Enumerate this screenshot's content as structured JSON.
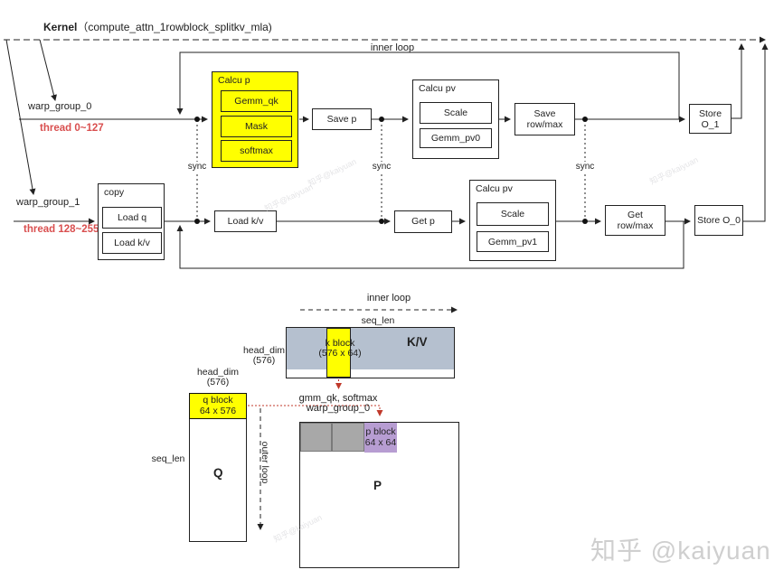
{
  "title": {
    "name": "Kernel",
    "param": "（compute_attn_1rowblock_splitkv_mla)"
  },
  "top": {
    "inner_loop": "inner loop",
    "wg0_label": "warp_group_0",
    "wg0_thread": "thread 0~127",
    "wg1_label": "warp_group_1",
    "wg1_thread": "thread 128~255",
    "sync1": "sync",
    "sync2": "sync",
    "sync3": "sync",
    "calcu_p_title": "Calcu p",
    "gemm_qk": "Gemm_qk",
    "mask": "Mask",
    "softmax": "softmax",
    "save_p": "Save p",
    "calcu_pv0_title": "Calcu pv",
    "scale0": "Scale",
    "gemm_pv0": "Gemm_pv0",
    "save_rowmax_l1": "Save",
    "save_rowmax_l2": "row/max",
    "store_o1_l1": "Store",
    "store_o1_l2": "O_1",
    "copy_title": "copy",
    "load_q": "Load q",
    "load_kv_inner": "Load k/v",
    "load_kv": "Load k/v",
    "get_p": "Get p",
    "calcu_pv1_title": "Calcu pv",
    "scale1": "Scale",
    "gemm_pv1": "Gemm_pv1",
    "get_rowmax_l1": "Get",
    "get_rowmax_l2": "row/max",
    "store_o0": "Store O_0"
  },
  "bottom": {
    "inner_loop": "inner loop",
    "outer_loop": "outer loop",
    "seq_len_top": "seq_len",
    "seq_len_left": "seq_len",
    "head_dim_kv_l1": "head_dim",
    "head_dim_kv_l2": "(576)",
    "head_dim_q_l1": "head_dim",
    "head_dim_q_l2": "(576)",
    "kv_label": "K/V",
    "k_block_l1": "k block",
    "k_block_l2": "(576 x 64)",
    "q_block_l1": "q block",
    "q_block_l2": "64 x 576",
    "q_label": "Q",
    "p_label": "P",
    "p_block_l1": "p block",
    "p_block_l2": "64 x 64",
    "gmm_label": "gmm_qk, softmax",
    "gmm_warp": "warp_group_0"
  },
  "watermark": {
    "main": "知乎 @kaiyuan",
    "tile": "知乎@kaiyuan"
  },
  "colors": {
    "block_yellow": "#ffff00",
    "kv_gray_blue": "#b5c0cf",
    "p_purple": "#b79dd2",
    "block_gray": "#a8a8a8",
    "thread_red": "#d94f4f",
    "red_dotted": "#c0392b"
  }
}
